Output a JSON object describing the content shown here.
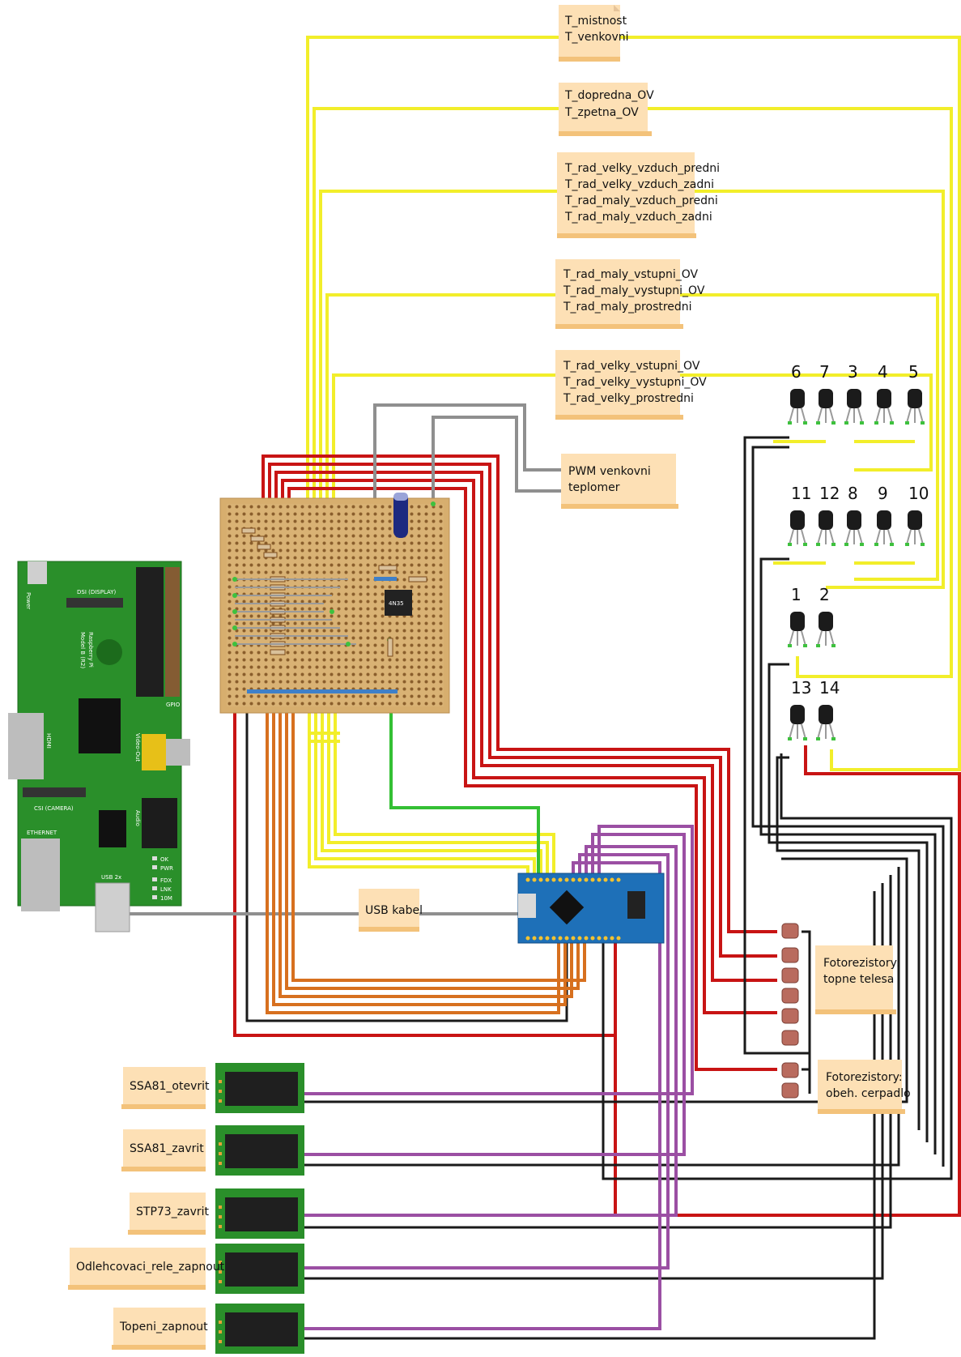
{
  "notes": {
    "n1": [
      "T_mistnost",
      "T_venkovni"
    ],
    "n2": [
      "T_dopredna_OV",
      "T_zpetna_OV"
    ],
    "n3": [
      "T_rad_velky_vzduch_predni",
      "T_rad_velky_vzduch_zadni",
      "T_rad_maly_vzduch_predni",
      "T_rad_maly_vzduch_zadni"
    ],
    "n4": [
      "T_rad_maly_vstupni_OV",
      "T_rad_maly_vystupni_OV",
      "T_rad_maly_prostredni"
    ],
    "n5": [
      "T_rad_velky_vstupni_OV",
      "T_rad_velky_vystupni_OV",
      "T_rad_velky_prostredni"
    ],
    "pwm": [
      "PWM venkovni",
      "teplomer"
    ],
    "usb": [
      "USB kabel"
    ],
    "foto1": [
      "Fotorezistory:",
      "topne telesa"
    ],
    "foto2": [
      "Fotorezistory:",
      "obeh. cerpadlo"
    ]
  },
  "relays": {
    "r1": "SSA81_otevrit",
    "r2": "SSA81_zavrit",
    "r3": "STP73_zavrit",
    "r4": "Odlehcovaci_rele_zapnout",
    "r5": "Topeni_zapnout"
  },
  "sensors": {
    "row1": [
      "6",
      "7",
      "3",
      "4",
      "5"
    ],
    "row2": [
      "11",
      "12",
      "8",
      "9",
      "10"
    ],
    "row3": [
      "1",
      "2"
    ],
    "row4": [
      "13",
      "14"
    ]
  },
  "rpi": {
    "title": "Raspberry Pi",
    "model": "Model B (R2)",
    "dsi": "DSI (DISPLAY)",
    "csi": "CSI (CAMERA)",
    "power": "Power",
    "hdmi": "HDMI",
    "video": "Video-Out",
    "audio": "Audio",
    "ethernet": "ETHERNET",
    "usb": "USB 2x",
    "gpio": "GPIO",
    "leds": [
      "OK",
      "PWR",
      "FDX",
      "LNK",
      "10M"
    ]
  },
  "ic_label": "4N35",
  "colors": {
    "yellow": "#f2ee2a",
    "red": "#c81414",
    "black": "#1a1a1a",
    "gray": "#8f8f8f",
    "orange": "#d7701f",
    "purple": "#9b4fa3",
    "green": "#34c034",
    "note": "#fde0b5",
    "stripboard": "#d7ae6e",
    "pcb": "#2a8f2a",
    "arduino": "#1e70b8"
  }
}
